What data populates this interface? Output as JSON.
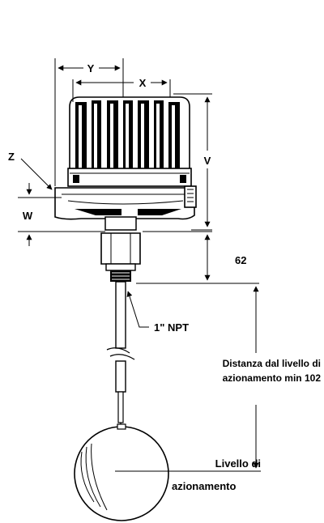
{
  "labels": {
    "y": "Y",
    "x": "X",
    "z": "Z",
    "v": "V",
    "w": "W",
    "dim_62": "62",
    "npt": "1\" NPT",
    "distance_line1": "Distanza dal livello di",
    "distance_line2": "azionamento min 102",
    "level_line1": "Livello di",
    "level_line2": "azionamento"
  }
}
